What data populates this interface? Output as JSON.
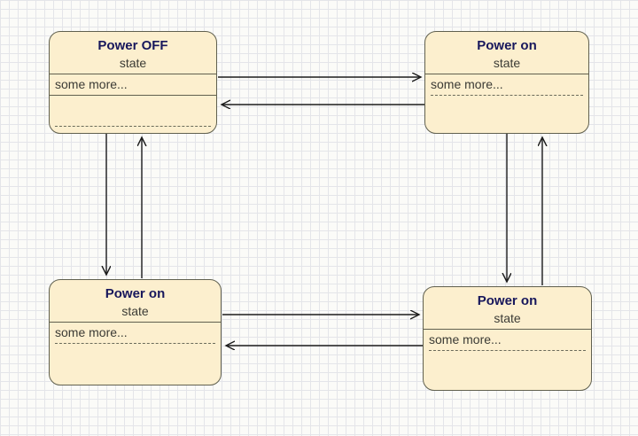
{
  "diagram": {
    "type": "uml-state-diagram",
    "node_fill": "#fcefce",
    "node_border": "#60604f",
    "title_color": "#17175c",
    "edge_color": "#1c1c1c"
  },
  "states": [
    {
      "id": "top-left",
      "title": "Power OFF",
      "subtitle": "state",
      "more": "some more..."
    },
    {
      "id": "top-right",
      "title": "Power on",
      "subtitle": "state",
      "more": "some more..."
    },
    {
      "id": "bottom-left",
      "title": "Power on",
      "subtitle": "state",
      "more": "some more..."
    },
    {
      "id": "bottom-right",
      "title": "Power on",
      "subtitle": "state",
      "more": "some more..."
    }
  ],
  "transitions": [
    {
      "from": "top-left",
      "to": "top-right"
    },
    {
      "from": "top-right",
      "to": "top-left"
    },
    {
      "from": "top-left",
      "to": "bottom-left"
    },
    {
      "from": "bottom-left",
      "to": "top-left"
    },
    {
      "from": "top-right",
      "to": "bottom-right"
    },
    {
      "from": "bottom-right",
      "to": "top-right"
    },
    {
      "from": "bottom-left",
      "to": "bottom-right"
    },
    {
      "from": "bottom-right",
      "to": "bottom-left"
    }
  ]
}
